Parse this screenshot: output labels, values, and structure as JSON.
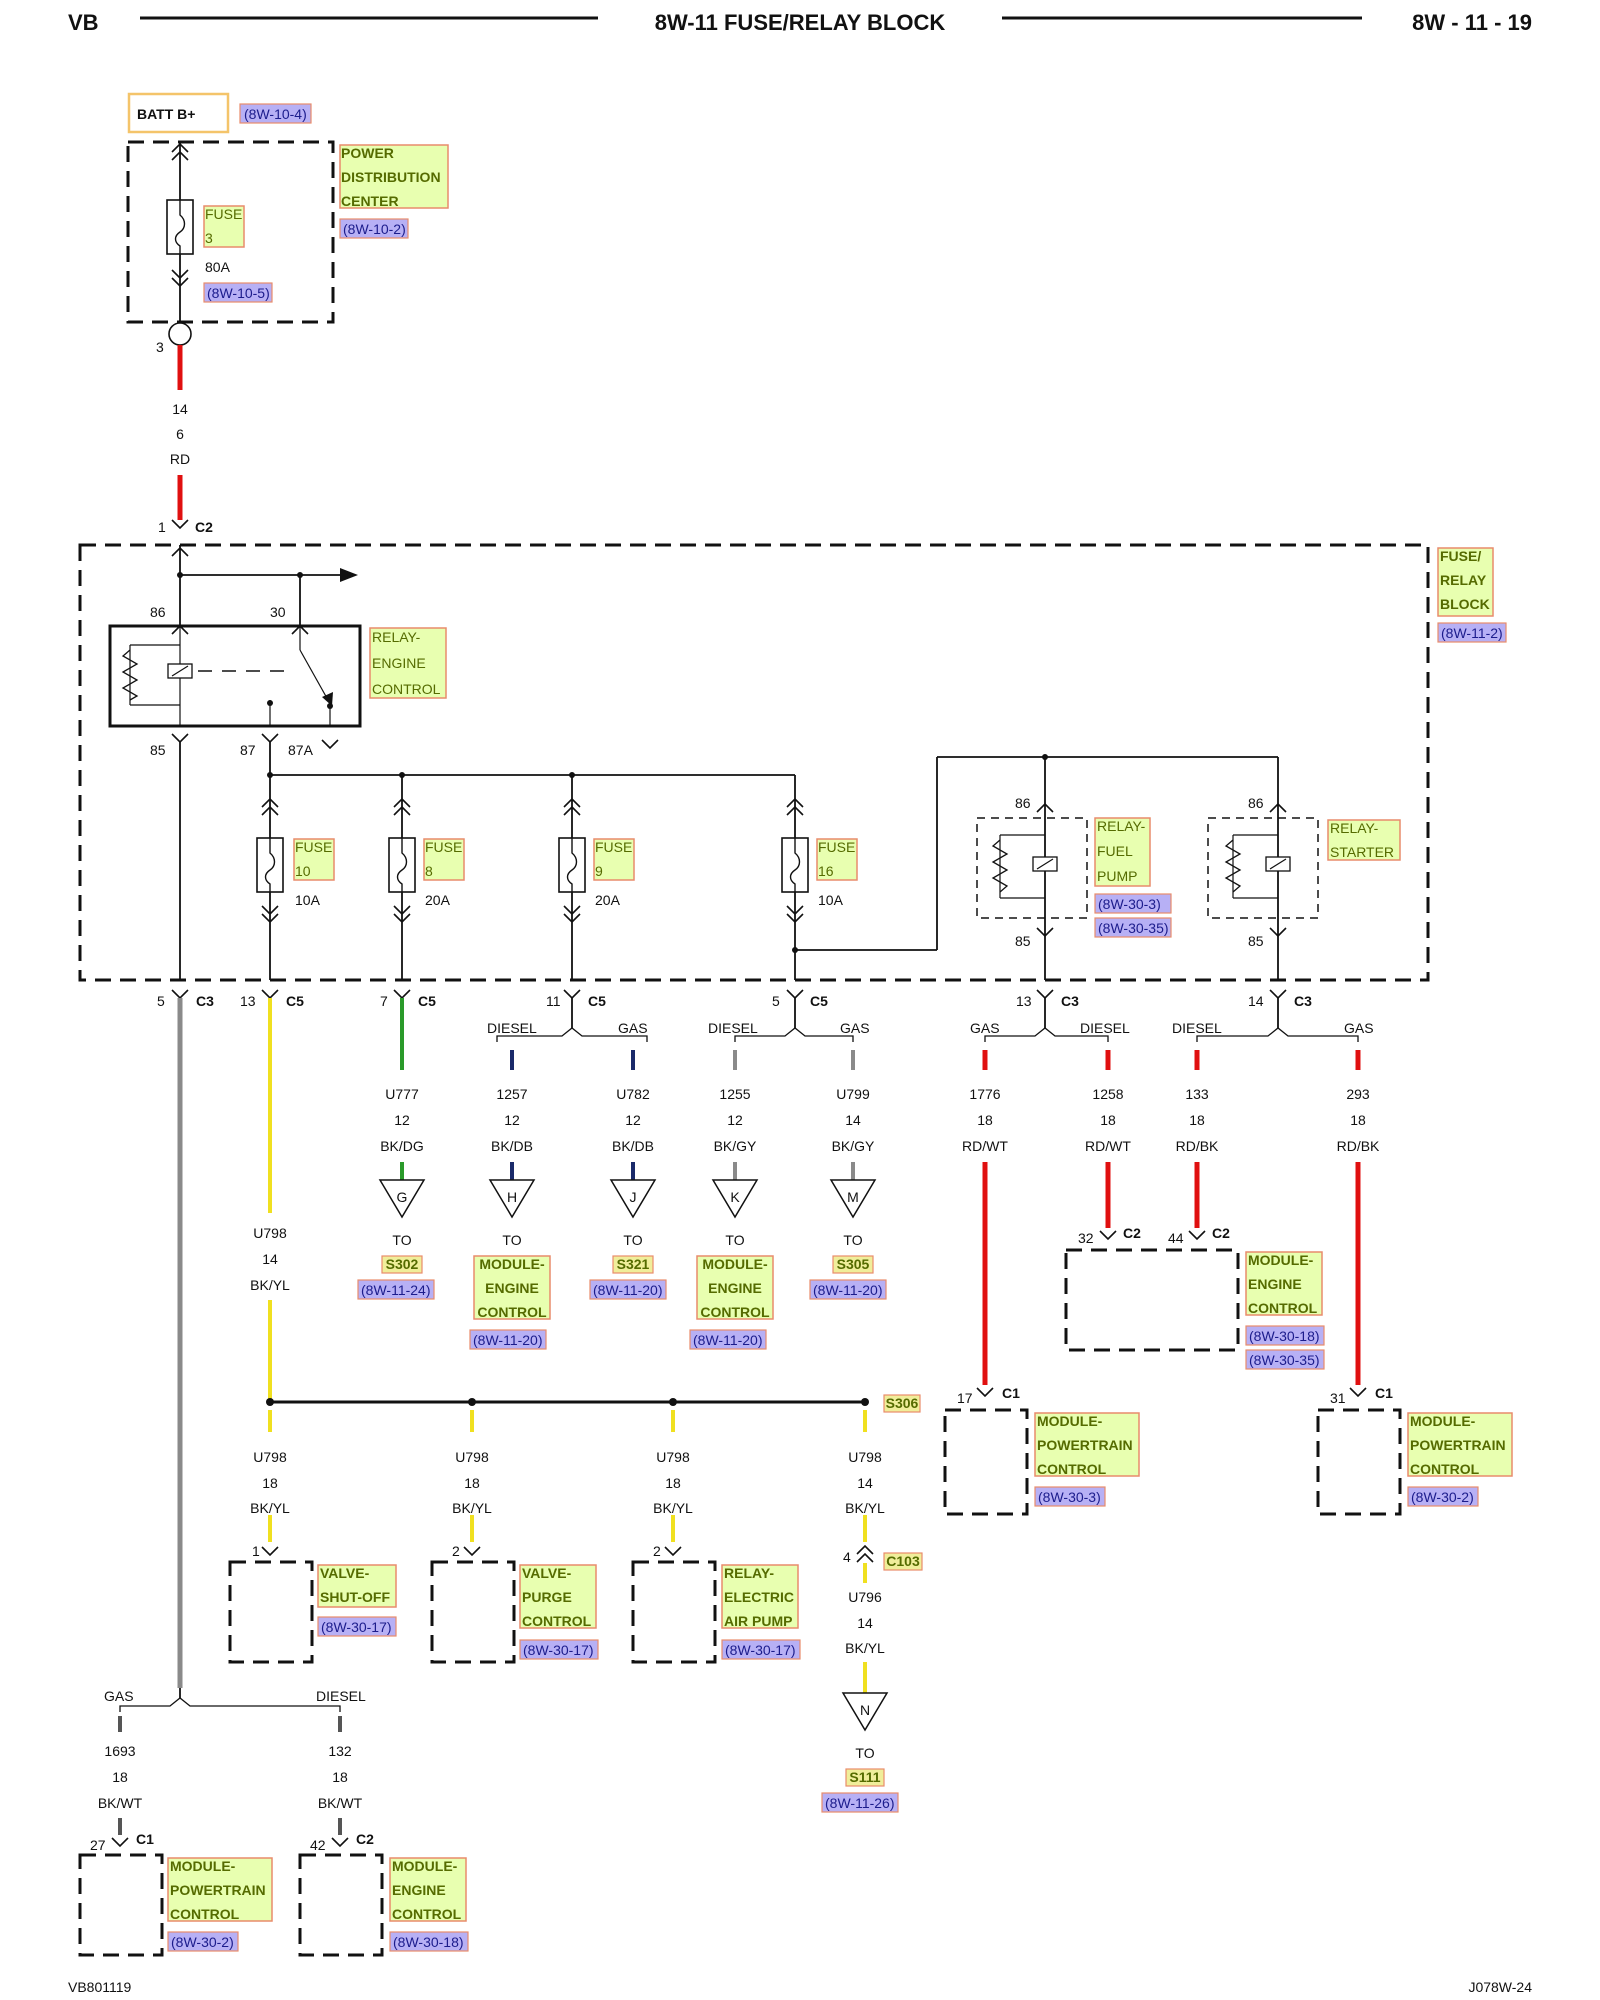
{
  "header": {
    "left": "VB",
    "title": "8W-11 FUSE/RELAY BLOCK",
    "page": "8W - 11 - 19"
  },
  "footer": {
    "left": "VB801119",
    "right": "J078W-24"
  },
  "batt": {
    "label": "BATT B+",
    "ref": "(8W-10-4)"
  },
  "pdc": {
    "line1": "POWER",
    "line2": "DISTRIBUTION",
    "line3": "CENTER",
    "ref": "(8W-10-2)",
    "fuse_label": "FUSE",
    "fuse_num": "3",
    "fuse_amp": "80A",
    "fuse_ref": "(8W-10-5)",
    "pin": "3"
  },
  "feed_wire": {
    "gauge": "14",
    "size": "6",
    "color": "RD",
    "pin": "1",
    "conn": "C2"
  },
  "frb": {
    "line1": "FUSE/",
    "line2": "RELAY",
    "line3": "BLOCK",
    "ref": "(8W-11-2)"
  },
  "relay_engine": {
    "line1": "RELAY-",
    "line2": "ENGINE",
    "line3": "CONTROL",
    "pin86": "86",
    "pin30": "30",
    "pin85": "85",
    "pin87": "87",
    "pin87a": "87A"
  },
  "fuses": [
    {
      "label": "FUSE",
      "num": "10",
      "amp": "10A"
    },
    {
      "label": "FUSE",
      "num": "8",
      "amp": "20A"
    },
    {
      "label": "FUSE",
      "num": "9",
      "amp": "20A"
    },
    {
      "label": "FUSE",
      "num": "16",
      "amp": "10A"
    }
  ],
  "relay_fuel": {
    "line1": "RELAY-",
    "line2": "FUEL",
    "line3": "PUMP",
    "ref1": "(8W-30-3)",
    "ref2": "(8W-30-35)",
    "pin86": "86",
    "pin85": "85"
  },
  "relay_starter": {
    "line1": "RELAY-",
    "line2": "STARTER",
    "pin86": "86",
    "pin85": "85"
  },
  "bottom_conns": [
    {
      "pin": "5",
      "conn": "C3"
    },
    {
      "pin": "13",
      "conn": "C5"
    },
    {
      "pin": "7",
      "conn": "C5"
    },
    {
      "pin": "11",
      "conn": "C5"
    },
    {
      "pin": "5",
      "conn": "C5"
    },
    {
      "pin": "13",
      "conn": "C3"
    },
    {
      "pin": "14",
      "conn": "C3"
    }
  ],
  "splits": {
    "diesel": "DIESEL",
    "gas": "GAS"
  },
  "wires": [
    {
      "id": "U777",
      "gauge": "12",
      "color": "BK/DG",
      "letter": "G",
      "to": "TO",
      "dest": "S302",
      "ref": "(8W-11-24)"
    },
    {
      "id": "1257",
      "gauge": "12",
      "color": "BK/DB",
      "letter": "H",
      "to": "TO",
      "dest1": "MODULE-",
      "dest2": "ENGINE",
      "dest3": "CONTROL",
      "ref": "(8W-11-20)"
    },
    {
      "id": "U782",
      "gauge": "12",
      "color": "BK/DB",
      "letter": "J",
      "to": "TO",
      "dest": "S321",
      "ref": "(8W-11-20)"
    },
    {
      "id": "1255",
      "gauge": "12",
      "color": "BK/GY",
      "letter": "K",
      "to": "TO",
      "dest1": "MODULE-",
      "dest2": "ENGINE",
      "dest3": "CONTROL",
      "ref": "(8W-11-20)"
    },
    {
      "id": "U799",
      "gauge": "14",
      "color": "BK/GY",
      "letter": "M",
      "to": "TO",
      "dest": "S305",
      "ref": "(8W-11-20)"
    },
    {
      "id": "1776",
      "gauge": "18",
      "color": "RD/WT"
    },
    {
      "id": "1258",
      "gauge": "18",
      "color": "RD/WT"
    },
    {
      "id": "133",
      "gauge": "18",
      "color": "RD/BK"
    },
    {
      "id": "293",
      "gauge": "18",
      "color": "RD/BK"
    }
  ],
  "u798_main": {
    "id": "U798",
    "gauge": "14",
    "color": "BK/YL"
  },
  "splice": {
    "name": "S306"
  },
  "branches": [
    {
      "id": "U798",
      "gauge": "18",
      "color": "BK/YL",
      "pin": "1",
      "line1": "VALVE-",
      "line2": "SHUT-OFF",
      "ref": "(8W-30-17)"
    },
    {
      "id": "U798",
      "gauge": "18",
      "color": "BK/YL",
      "pin": "2",
      "line1": "VALVE-",
      "line2": "PURGE",
      "line3": "CONTROL",
      "ref": "(8W-30-17)"
    },
    {
      "id": "U798",
      "gauge": "18",
      "color": "BK/YL",
      "pin": "2",
      "line1": "RELAY-",
      "line2": "ELECTRIC",
      "line3": "AIR PUMP",
      "ref": "(8W-30-17)"
    },
    {
      "id": "U798",
      "gauge": "14",
      "color": "BK/YL",
      "pin": "4",
      "conn": "C103"
    }
  ],
  "u796": {
    "id": "U796",
    "gauge": "14",
    "color": "BK/YL",
    "letter": "N",
    "to": "TO",
    "dest": "S111",
    "ref": "(8W-11-26)"
  },
  "mod_pcm_mid": {
    "pin": "17",
    "conn": "C1",
    "line1": "MODULE-",
    "line2": "POWERTRAIN",
    "line3": "CONTROL",
    "ref": "(8W-30-3)"
  },
  "mod_ecm_right": {
    "pin1": "32",
    "conn1": "C2",
    "pin2": "44",
    "conn2": "C2",
    "line1": "MODULE-",
    "line2": "ENGINE",
    "line3": "CONTROL",
    "ref1": "(8W-30-18)",
    "ref2": "(8W-30-35)"
  },
  "mod_pcm_right": {
    "pin": "31",
    "conn": "C1",
    "line1": "MODULE-",
    "line2": "POWERTRAIN",
    "line3": "CONTROL",
    "ref": "(8W-30-2)"
  },
  "bottom_left": {
    "gas": "GAS",
    "diesel": "DIESEL",
    "wire1": {
      "id": "1693",
      "gauge": "18",
      "color": "BK/WT",
      "pin": "27",
      "conn": "C1",
      "line1": "MODULE-",
      "line2": "POWERTRAIN",
      "line3": "CONTROL",
      "ref": "(8W-30-2)"
    },
    "wire2": {
      "id": "132",
      "gauge": "18",
      "color": "BK/WT",
      "pin": "42",
      "conn": "C2",
      "line1": "MODULE-",
      "line2": "ENGINE",
      "line3": "CONTROL",
      "ref": "(8W-30-18)"
    }
  },
  "colors": {
    "red": "#e01010",
    "yellow": "#f0e020",
    "green": "#2a9a2a",
    "dark_blue": "#1a2a6a",
    "gray": "#8a8a8a"
  }
}
